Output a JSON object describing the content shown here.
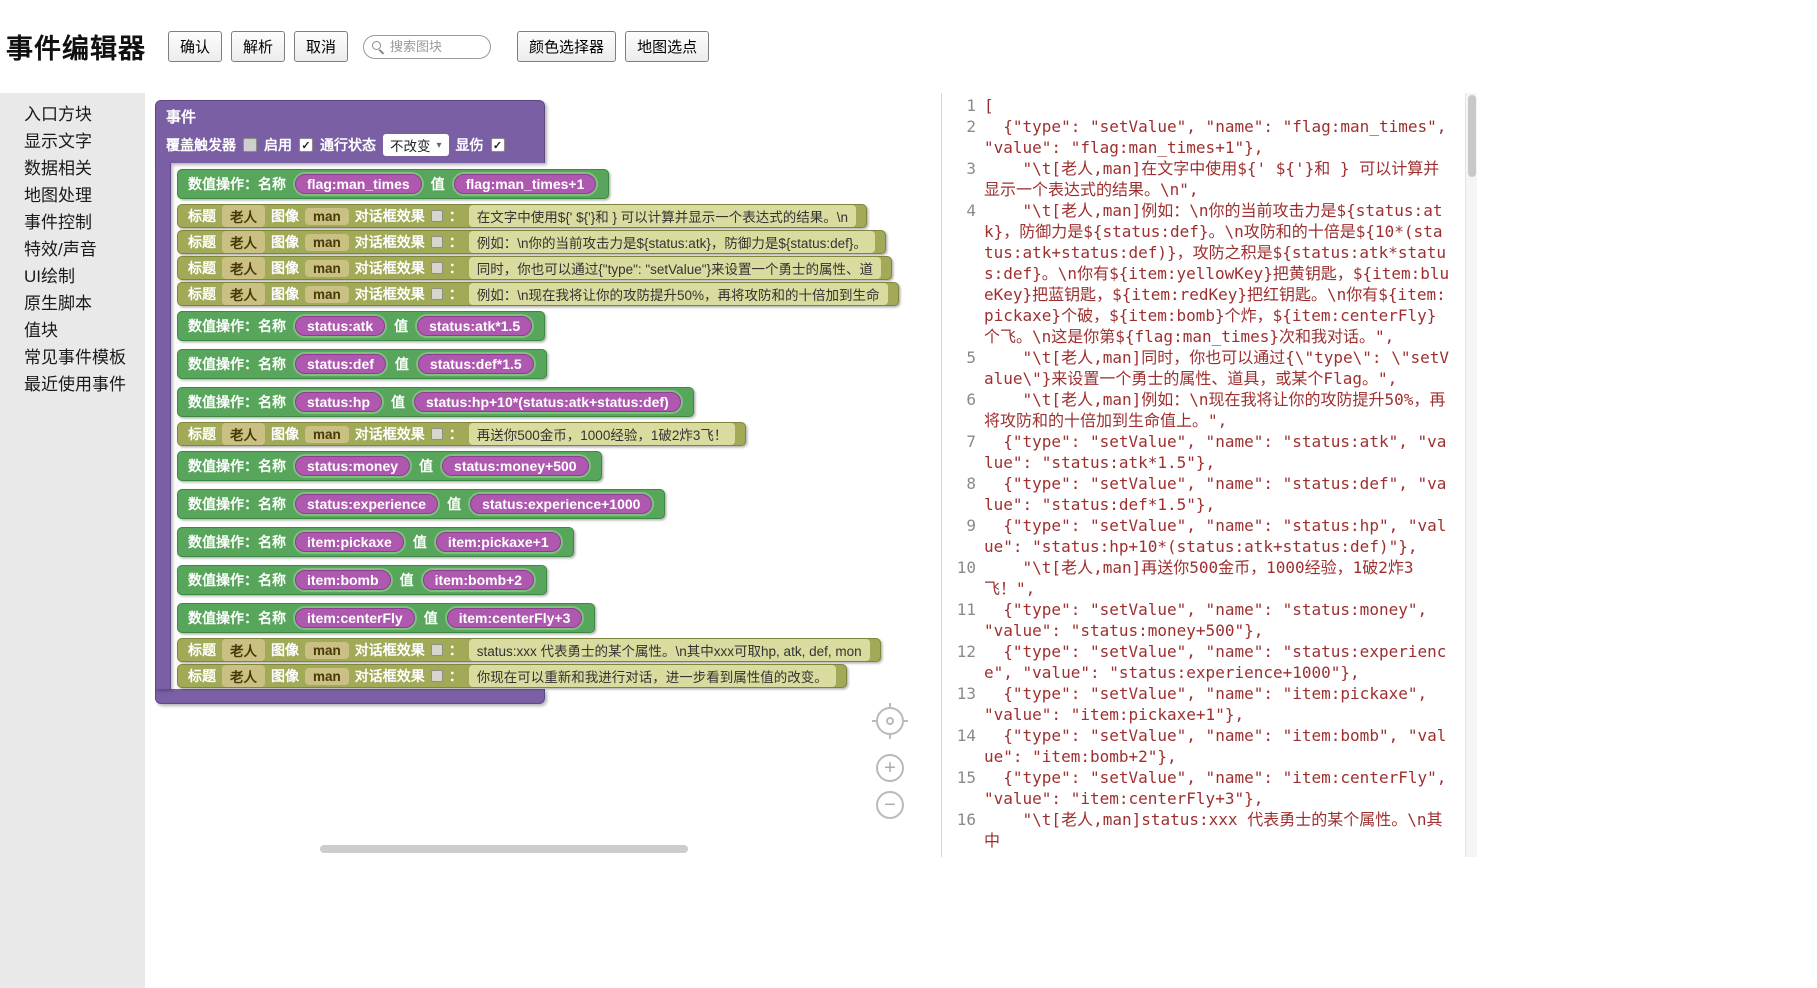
{
  "header": {
    "title": "事件编辑器",
    "confirm_button": "确认",
    "parse_button": "解析",
    "cancel_button": "取消",
    "search_placeholder": "搜索图块",
    "color_picker_button": "颜色选择器",
    "map_pick_button": "地图选点"
  },
  "sidebar": {
    "items": [
      "入口方块",
      "显示文字",
      "数据相关",
      "地图处理",
      "事件控制",
      "特效/声音",
      "UI绘制",
      "原生脚本",
      "值块",
      "常见事件模板",
      "最近使用事件"
    ]
  },
  "icons": {
    "caret": "▾",
    "check": "✓",
    "plus": "+",
    "minus": "−"
  },
  "event_block": {
    "title": "事件",
    "header": {
      "override_label": "覆盖触发器",
      "override_checked": false,
      "enable_label": "启用",
      "enable_checked": true,
      "pass_label": "通行状态",
      "pass_value": "不改变",
      "damage_label": "显伤",
      "damage_checked": true
    },
    "setvalue_labels": {
      "op": "数值操作：名称",
      "value": "值"
    },
    "text_labels": {
      "title": "标题",
      "image": "图像",
      "effect": "对话框效果",
      "colon": "："
    },
    "children": [
      {
        "kind": "setValue",
        "name": "flag:man_times",
        "value": "flag:man_times+1"
      },
      {
        "kind": "text",
        "title": "老人",
        "image": "man",
        "text": "在文字中使用${' ${'}和 } 可以计算并显示一个表达式的结果。\\n"
      },
      {
        "kind": "text",
        "title": "老人",
        "image": "man",
        "text": "例如：\\n你的当前攻击力是${status:atk}，防御力是${status:def}。"
      },
      {
        "kind": "text",
        "title": "老人",
        "image": "man",
        "text": "同时，你也可以通过{\"type\": \"setValue\"}来设置一个勇士的属性、道"
      },
      {
        "kind": "text",
        "title": "老人",
        "image": "man",
        "text": "例如：\\n现在我将让你的攻防提升50%，再将攻防和的十倍加到生命"
      },
      {
        "kind": "setValue",
        "name": "status:atk",
        "value": "status:atk*1.5"
      },
      {
        "kind": "setValue",
        "name": "status:def",
        "value": "status:def*1.5"
      },
      {
        "kind": "setValue",
        "name": "status:hp",
        "value": "status:hp+10*(status:atk+status:def)"
      },
      {
        "kind": "text",
        "title": "老人",
        "image": "man",
        "text": "再送你500金币，1000经验，1破2炸3飞！"
      },
      {
        "kind": "setValue",
        "name": "status:money",
        "value": "status:money+500"
      },
      {
        "kind": "setValue",
        "name": "status:experience",
        "value": "status:experience+1000"
      },
      {
        "kind": "setValue",
        "name": "item:pickaxe",
        "value": "item:pickaxe+1"
      },
      {
        "kind": "setValue",
        "name": "item:bomb",
        "value": "item:bomb+2"
      },
      {
        "kind": "setValue",
        "name": "item:centerFly",
        "value": "item:centerFly+3"
      },
      {
        "kind": "text",
        "title": "老人",
        "image": "man",
        "text": "status:xxx 代表勇士的某个属性。\\n其中xxx可取hp, atk, def, mon"
      },
      {
        "kind": "text",
        "title": "老人",
        "image": "man",
        "text": "你现在可以重新和我进行对话，进一步看到属性值的改变。"
      }
    ]
  },
  "code_panel": {
    "lines": [
      {
        "no": 1,
        "text": "["
      },
      {
        "no": 2,
        "text": "  {\"type\": \"setValue\", \"name\": \"flag:man_times\", \"value\": \"flag:man_times+1\"},"
      },
      {
        "no": 3,
        "text": "    \"\\t[老人,man]在文字中使用${' ${'}和 } 可以计算并显示一个表达式的结果。\\n\","
      },
      {
        "no": 4,
        "text": "    \"\\t[老人,man]例如：\\n你的当前攻击力是${status:atk}，防御力是${status:def}。\\n攻防和的十倍是${10*(status:atk+status:def)}，攻防之积是${status:atk*status:def}。\\n你有${item:yellowKey}把黄钥匙，${item:blueKey}把蓝钥匙，${item:redKey}把红钥匙。\\n你有${item:pickaxe}个破，${item:bomb}个炸，${item:centerFly}个飞。\\n这是你第${flag:man_times}次和我对话。\","
      },
      {
        "no": 5,
        "text": "    \"\\t[老人,man]同时，你也可以通过{\\\"type\\\": \\\"setValue\\\"}来设置一个勇士的属性、道具，或某个Flag。\","
      },
      {
        "no": 6,
        "text": "    \"\\t[老人,man]例如：\\n现在我将让你的攻防提升50%，再将攻防和的十倍加到生命值上。\","
      },
      {
        "no": 7,
        "text": "  {\"type\": \"setValue\", \"name\": \"status:atk\", \"value\": \"status:atk*1.5\"},"
      },
      {
        "no": 8,
        "text": "  {\"type\": \"setValue\", \"name\": \"status:def\", \"value\": \"status:def*1.5\"},"
      },
      {
        "no": 9,
        "text": "  {\"type\": \"setValue\", \"name\": \"status:hp\", \"value\": \"status:hp+10*(status:atk+status:def)\"},"
      },
      {
        "no": 10,
        "text": "    \"\\t[老人,man]再送你500金币，1000经验，1破2炸3飞！\","
      },
      {
        "no": 11,
        "text": "  {\"type\": \"setValue\", \"name\": \"status:money\", \"value\": \"status:money+500\"},"
      },
      {
        "no": 12,
        "text": "  {\"type\": \"setValue\", \"name\": \"status:experience\", \"value\": \"status:experience+1000\"},"
      },
      {
        "no": 13,
        "text": "  {\"type\": \"setValue\", \"name\": \"item:pickaxe\", \"value\": \"item:pickaxe+1\"},"
      },
      {
        "no": 14,
        "text": "  {\"type\": \"setValue\", \"name\": \"item:bomb\", \"value\": \"item:bomb+2\"},"
      },
      {
        "no": 15,
        "text": "  {\"type\": \"setValue\", \"name\": \"item:centerFly\", \"value\": \"item:centerFly+3\"},"
      },
      {
        "no": 16,
        "text": "    \"\\t[老人,man]status:xxx 代表勇士的某个属性。\\n其中"
      }
    ]
  }
}
